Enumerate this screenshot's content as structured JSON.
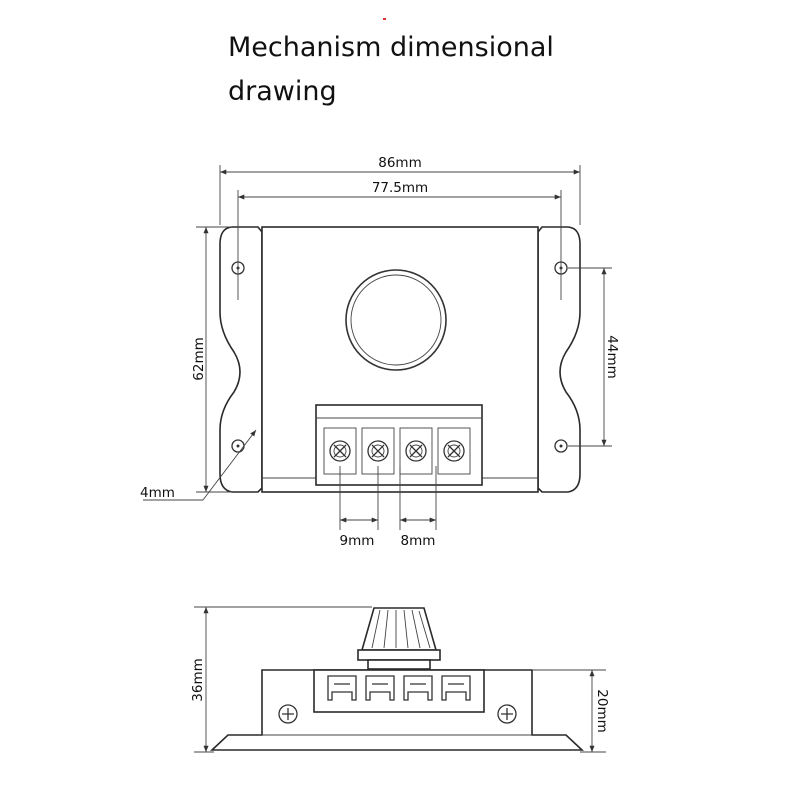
{
  "title": "Mechanism dimensional drawing",
  "dimensions": {
    "overall_width": "86mm",
    "inner_width": "77.5mm",
    "height": "62mm",
    "hole_spacing": "44mm",
    "hole_diameter": "4mm",
    "terminal_pitch_a": "9mm",
    "terminal_pitch_b": "8mm",
    "total_depth": "36mm",
    "body_depth": "20mm"
  },
  "colors": {
    "line": "#333333",
    "text": "#111111",
    "accent": "#e03030"
  }
}
